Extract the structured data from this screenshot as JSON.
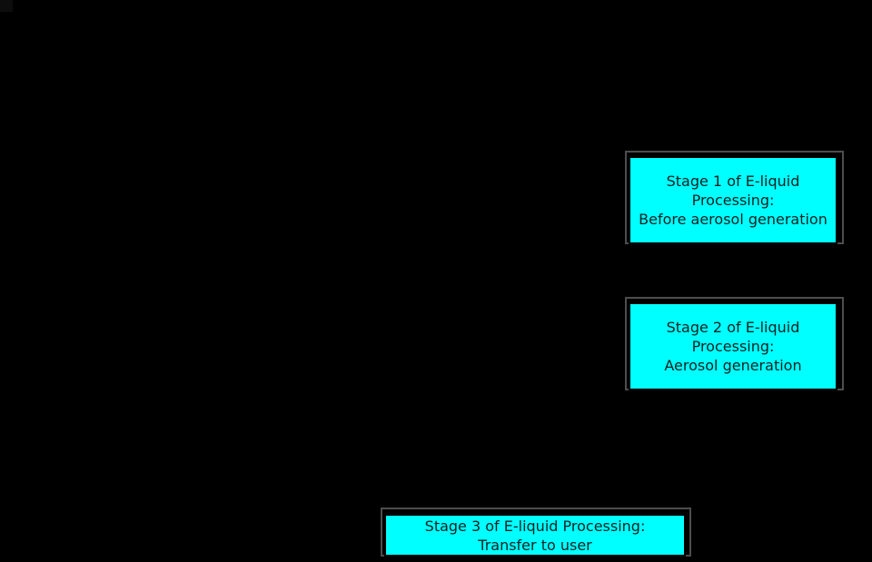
{
  "figure": {
    "background_color": "#000000",
    "box_fill_color": "#00ffff",
    "box_border_color": "#000000",
    "shadow_border_color": "#4d4d4d",
    "shadow_fill_color": "#000000",
    "text_color": "#0c2222",
    "corner_square_color": "#0d0d0d"
  },
  "boxes": [
    {
      "id": "stage-1",
      "text": "Stage 1 of E-liquid\nProcessing:\nBefore aerosol generation"
    },
    {
      "id": "stage-2",
      "text": "Stage 2 of E-liquid\nProcessing:\nAerosol generation"
    },
    {
      "id": "stage-3",
      "text": "Stage 3 of E-liquid Processing:\nTransfer to user"
    }
  ]
}
